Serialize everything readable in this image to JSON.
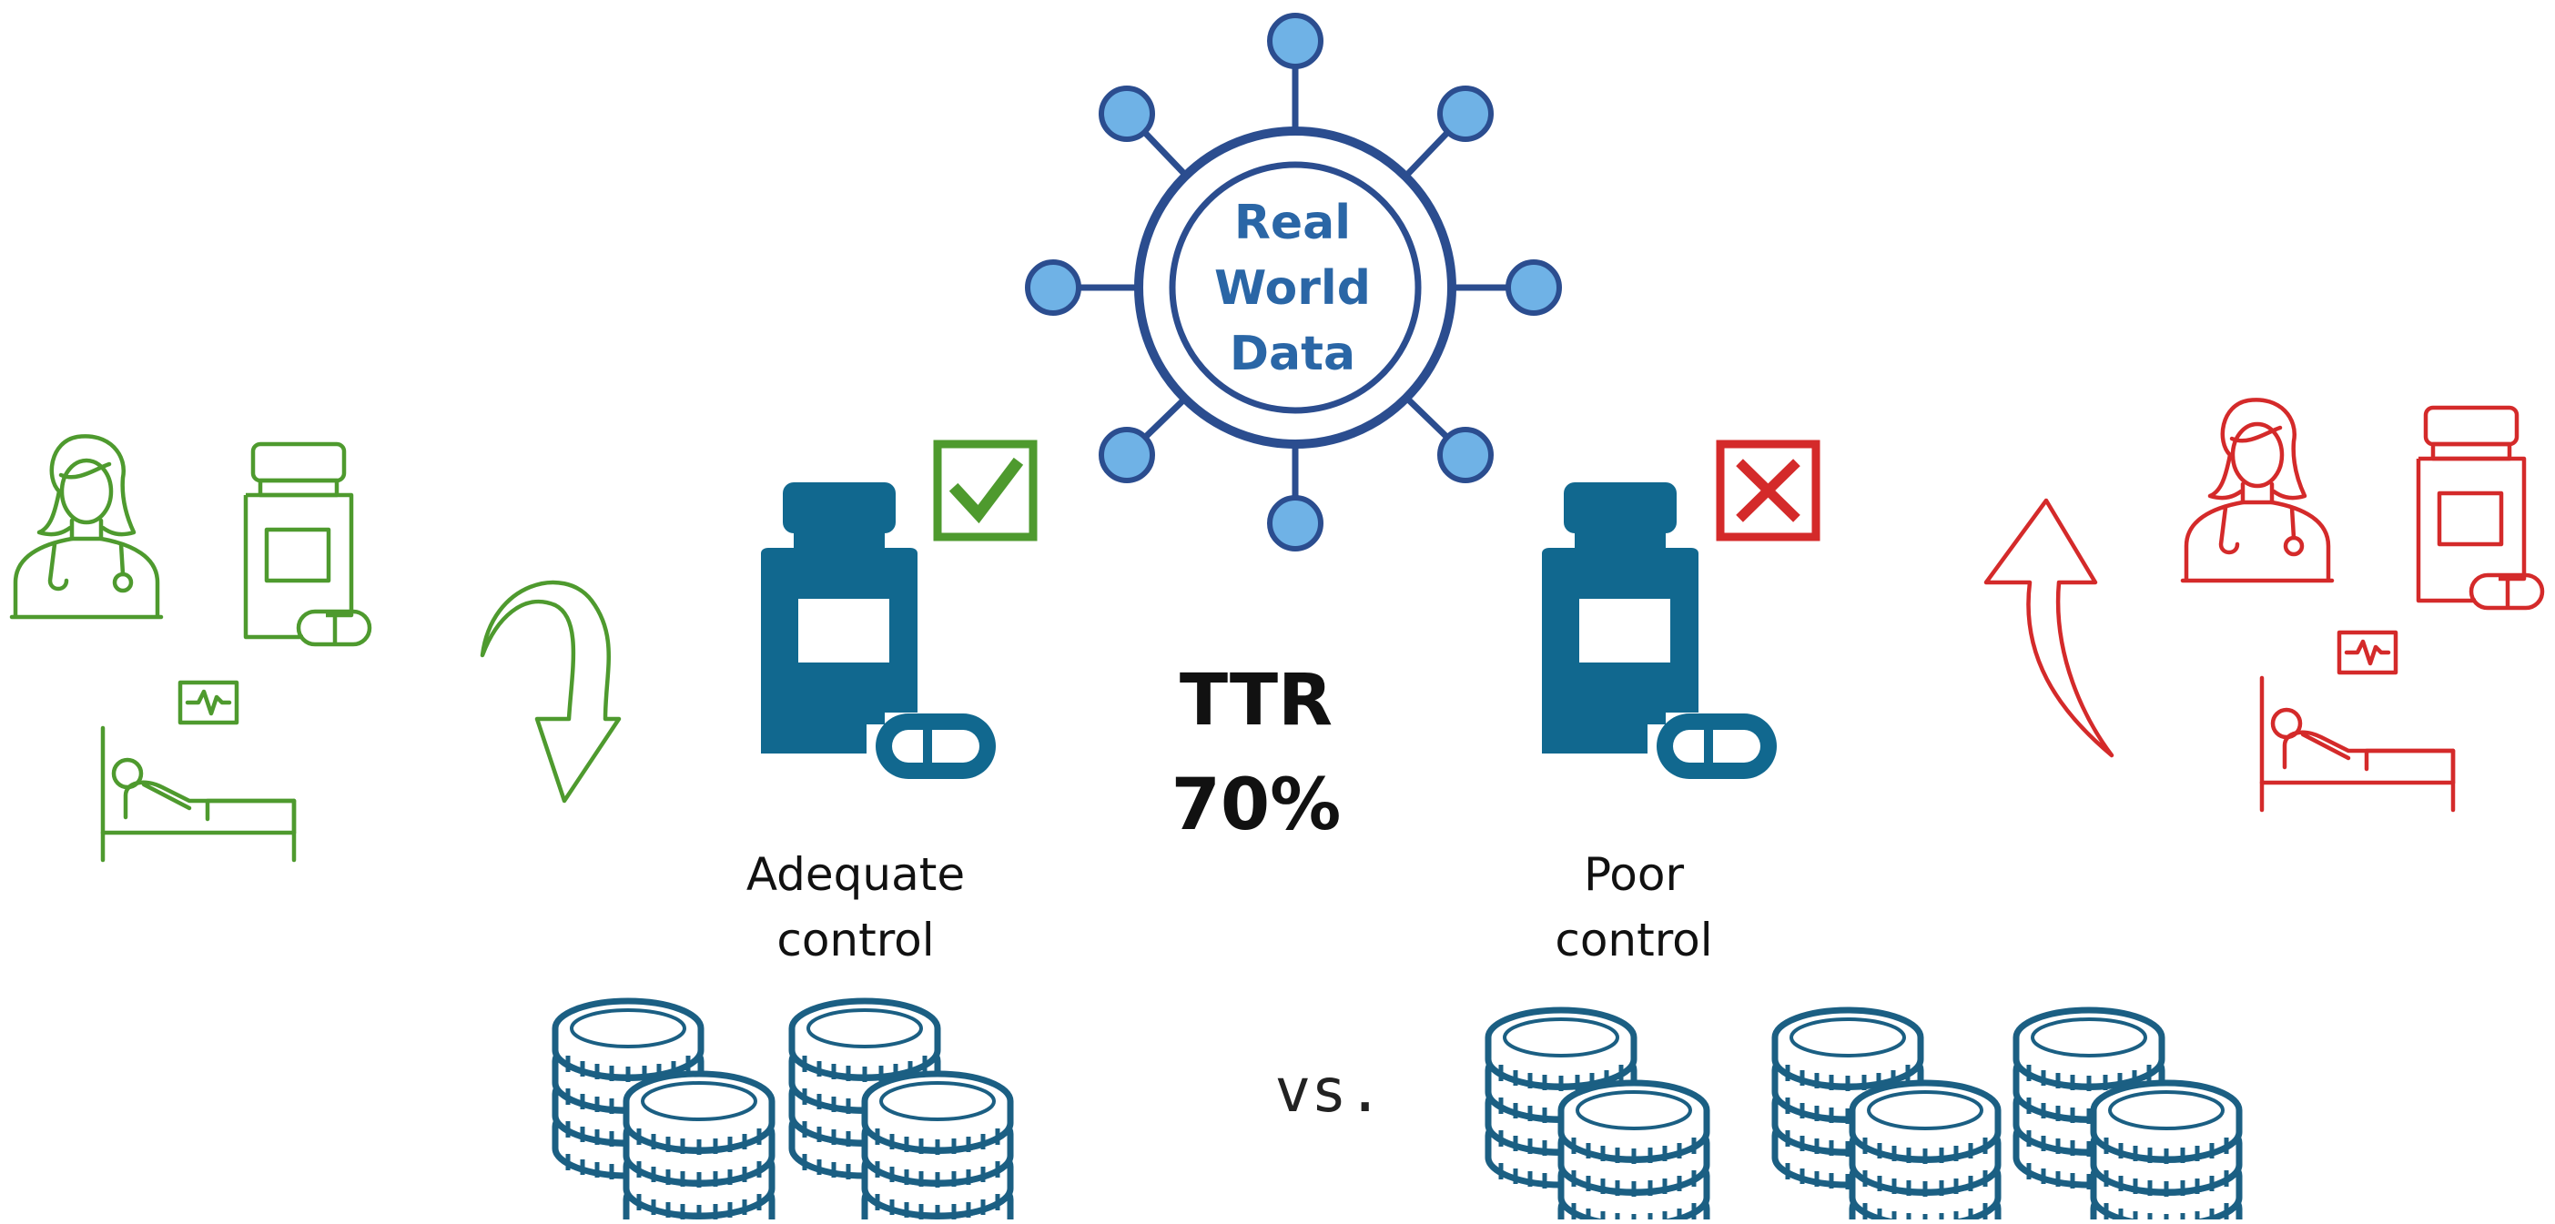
{
  "hub": {
    "lines": [
      "Real",
      "World",
      "Data"
    ]
  },
  "adequate": {
    "label": "Adequate\ncontrol",
    "status_icon": "check-icon"
  },
  "poor": {
    "label": "Poor\ncontrol",
    "status_icon": "cross-icon"
  },
  "ttr": {
    "title": "TTR",
    "value": "70%"
  },
  "comparison": {
    "vs": "vs."
  },
  "colors": {
    "green": "#4e9a2e",
    "red": "#d42a2a",
    "blue": "#11688f",
    "hub_blue": "#2b4d8f",
    "node_blue": "#6fb2e6",
    "coin_blue": "#1b5f83"
  }
}
